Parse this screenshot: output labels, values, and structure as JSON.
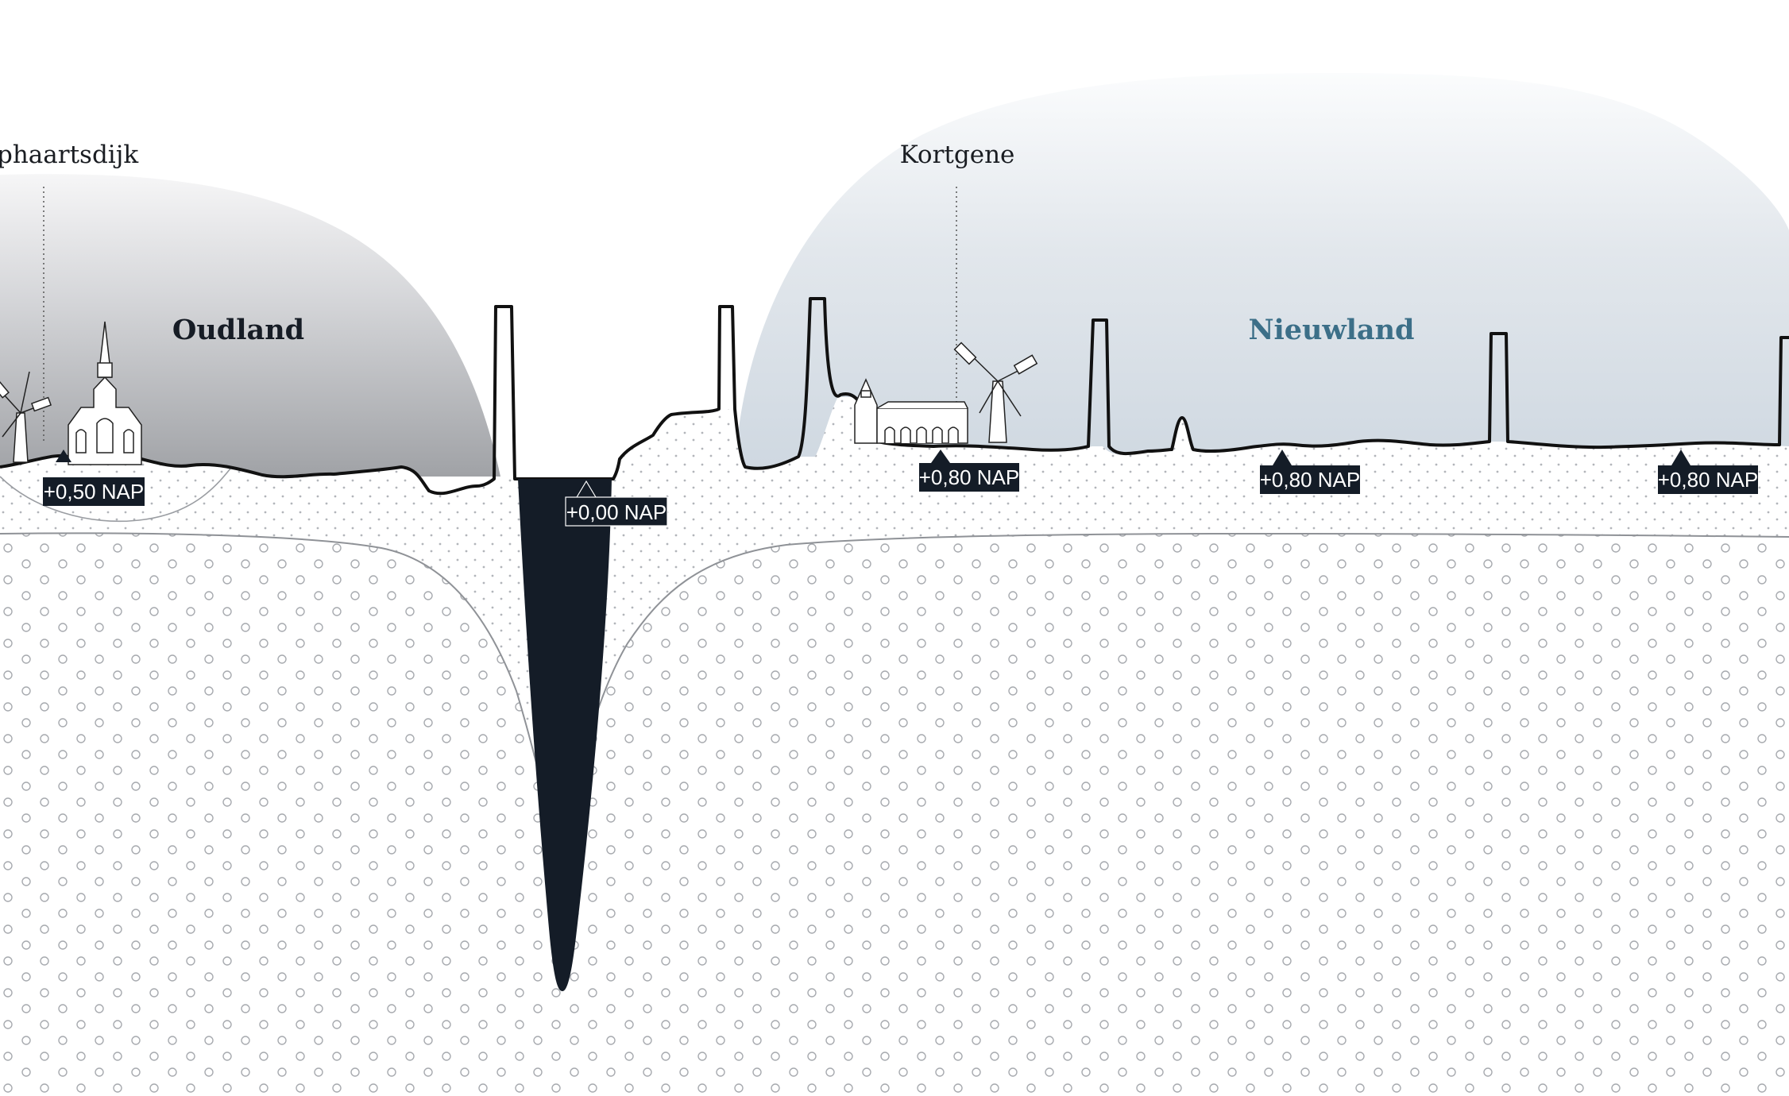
{
  "towns": {
    "left": "phaartsdijk",
    "kortgene": "Kortgene"
  },
  "regions": {
    "oudland": "Oudland",
    "nieuwland": "Nieuwland"
  },
  "nap_labels": {
    "oudland": "+0,50 NAP",
    "channel": "+0,00 NAP",
    "kortgene": "+0,80 NAP",
    "mid": "+0,80 NAP",
    "right": "+0,80 NAP"
  },
  "colors": {
    "navy": "#141c27",
    "nieuwland_blue": "#3c6f88",
    "sky_gray": "#a2a4a8",
    "sky_blue": "#d9e0e7"
  },
  "icons": [
    "windmill-icon",
    "church-icon",
    "chapel-icon",
    "dike-pole-icon"
  ]
}
